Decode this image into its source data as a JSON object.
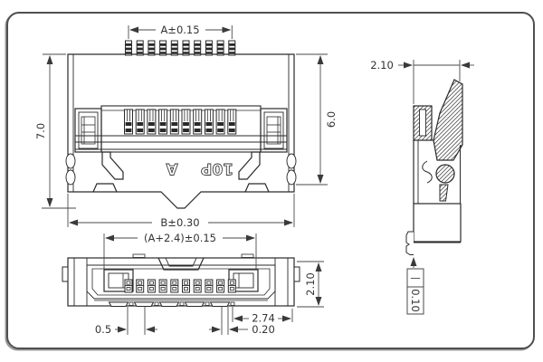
{
  "drawing": {
    "type": "connector-engineering-drawing",
    "marking": {
      "revision_letter": "A",
      "pin_count": "10P"
    },
    "dimensions": {
      "pin_span": "A±0.15",
      "overall_height": "7.0",
      "body_height": "6.0",
      "overall_width": "B±0.30",
      "actuator_span": "(A+2.4)±0.15",
      "pad_pitch": "0.5",
      "tail_to_edge": "2.74",
      "pad_width": "0.20",
      "bottom_view_height": "2.10",
      "side_view_width": "2.10",
      "coplanarity_symbol": "—",
      "coplanarity_value": "0.10"
    },
    "colors": {
      "line": "#2a2a2a",
      "dimension": "#4a4a4a",
      "border": "#4f4f4f",
      "background": "#ffffff",
      "hatch": "#333333"
    }
  }
}
